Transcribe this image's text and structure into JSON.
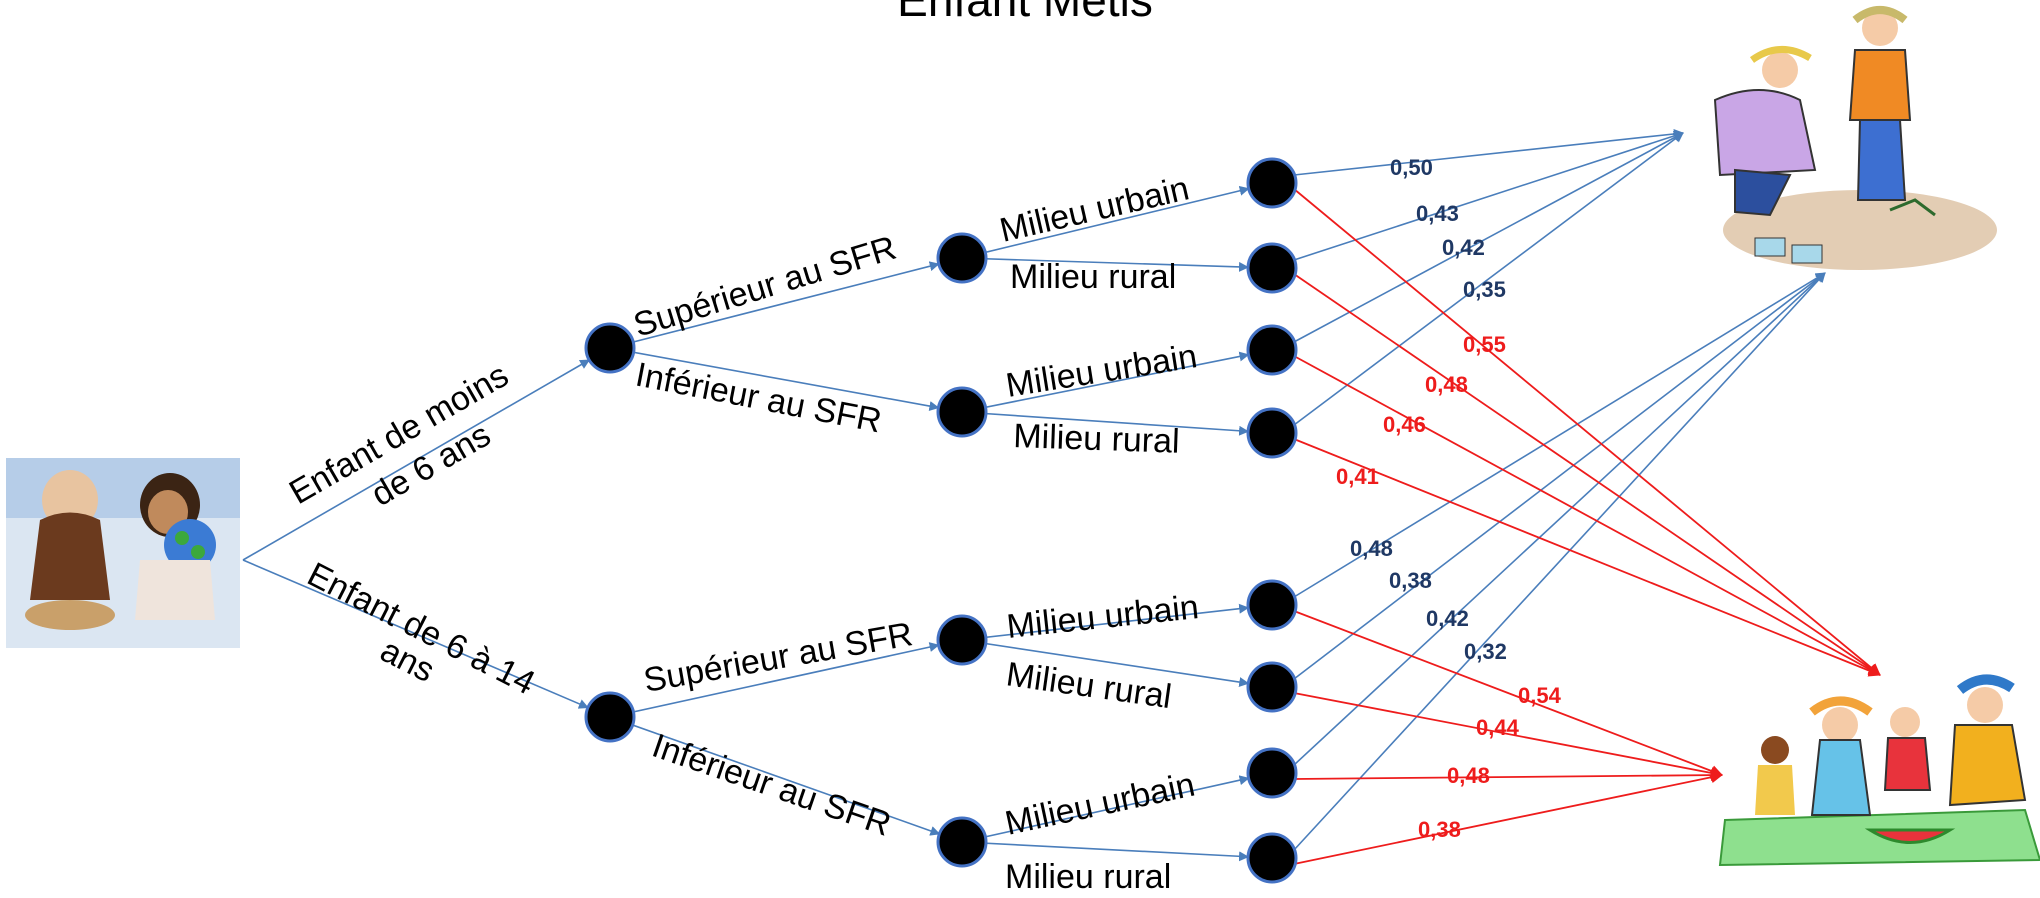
{
  "title": "Enfant Métis",
  "colors": {
    "node_fill": "#000000",
    "node_stroke": "#4472c4",
    "edge_blue": "#4a7ebb",
    "edge_red": "#ee1c1c",
    "val_blue": "#1f3864",
    "val_red": "#ee1c1c"
  },
  "images": {
    "children_photo": "children-photo",
    "gardening_clipart": "gardening-clipart",
    "picnic_clipart": "picnic-clipart"
  },
  "age": {
    "young_1": "Enfant de moins",
    "young_2": "de 6 ans",
    "old_1": "Enfant de 6 à 14",
    "old_2": "ans"
  },
  "income": {
    "sup_a": "Supérieur au SFR",
    "inf_a": "Inférieur au SFR",
    "sup_b": "Supérieur au SFR",
    "inf_b": "Inférieur au SFR"
  },
  "milieu": {
    "u1": "Milieu urbain",
    "r1": "Milieu rural",
    "u2": "Milieu urbain",
    "r2": "Milieu rural",
    "u3": "Milieu urbain",
    "r3": "Milieu rural",
    "u4": "Milieu urbain",
    "r4": "Milieu rural"
  },
  "blue_values": {
    "l1": "0,50",
    "l2": "0,43",
    "l3": "0,42",
    "l4": "0,35",
    "l5": "0,48",
    "l6": "0,38",
    "l7": "0,42",
    "l8": "0,32"
  },
  "red_values": {
    "l1": "0,55",
    "l2": "0,48",
    "l3": "0,46",
    "l4": "0,41",
    "l5": "0,54",
    "l6": "0,44",
    "l7": "0,48",
    "l8": "0,38"
  }
}
